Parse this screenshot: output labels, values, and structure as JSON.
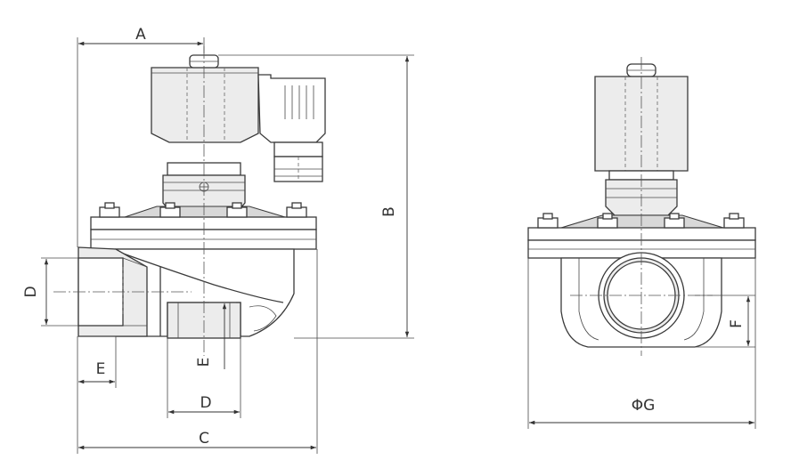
{
  "drawing": {
    "side_view": {
      "labels": {
        "a": "A",
        "b": "B",
        "c": "C",
        "d_left": "D",
        "d_bottom": "D",
        "e_left": "E",
        "e_mid": "E"
      }
    },
    "front_view": {
      "labels": {
        "f": "F",
        "g": "ΦG"
      }
    }
  }
}
